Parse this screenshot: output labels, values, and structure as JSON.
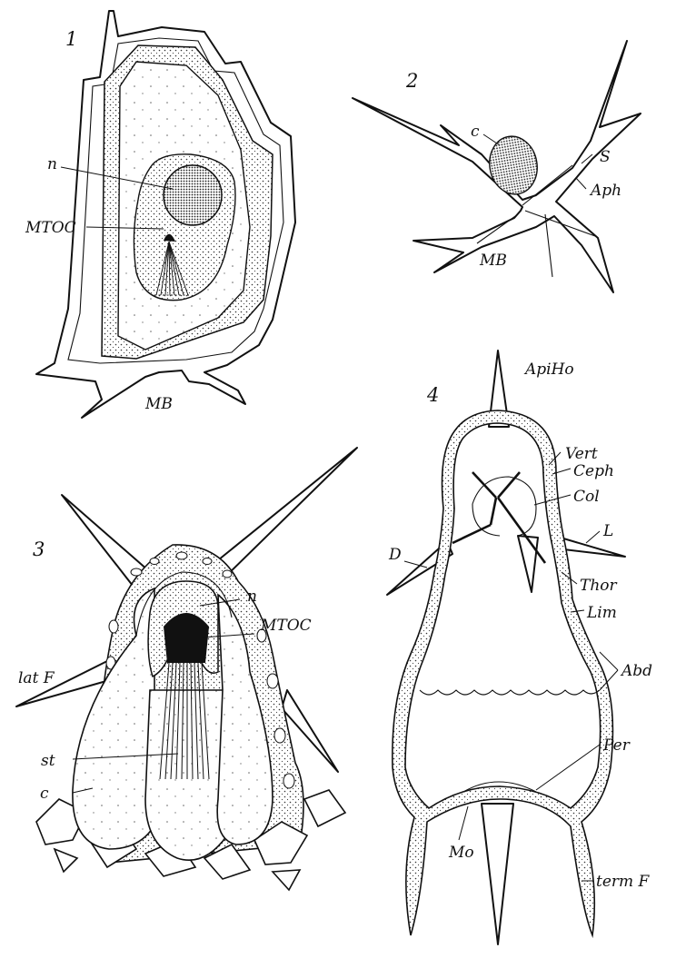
{
  "panels": [
    {
      "id": "1",
      "labels": [
        "n",
        "MTOC",
        "MB"
      ]
    },
    {
      "id": "2",
      "labels": [
        "c",
        "S",
        "Aph",
        "MB"
      ]
    },
    {
      "id": "3",
      "labels": [
        "n",
        "MTOC",
        "lat F",
        "st",
        "c"
      ]
    },
    {
      "id": "4",
      "labels": [
        "ApiHo",
        "Vert",
        "Ceph",
        "Col",
        "L",
        "D",
        "Thor",
        "Lim",
        "Abd",
        "Per",
        "Mo",
        "term F"
      ]
    }
  ]
}
